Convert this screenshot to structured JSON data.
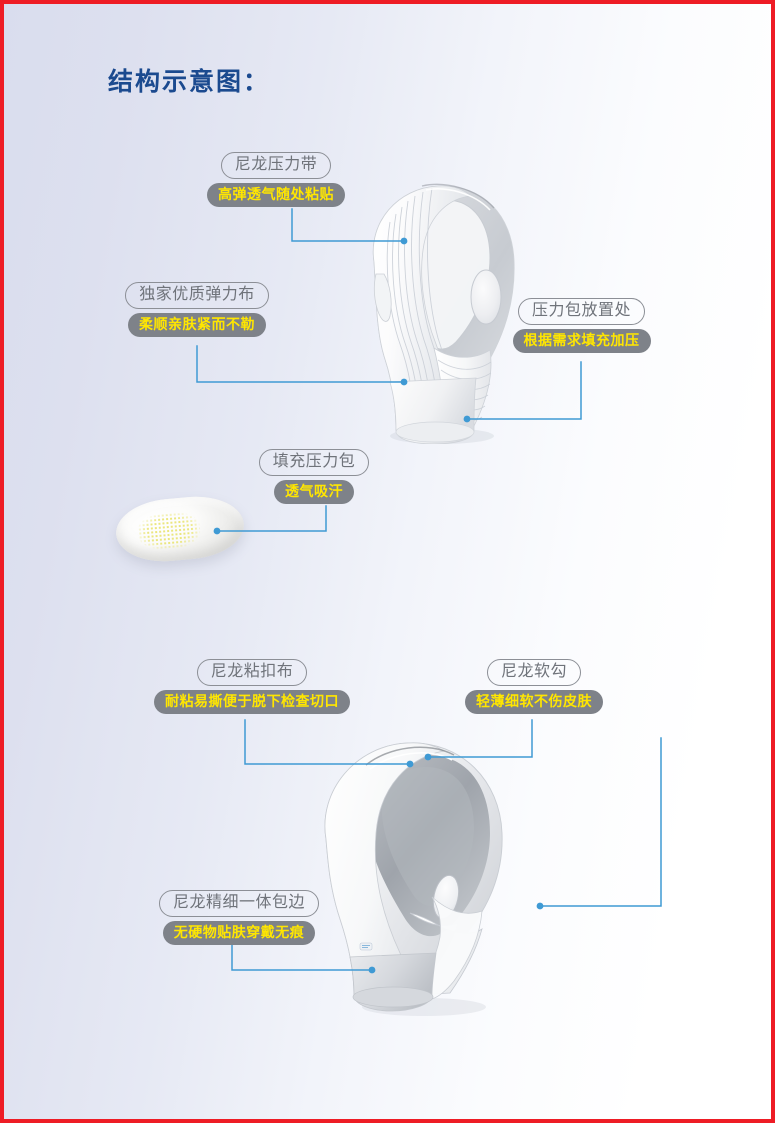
{
  "page": {
    "title": "结构示意图：",
    "title_color": "#1b4a8f",
    "border_color": "#ee1c25",
    "background": "light blue-lavender to white horizontal gradient",
    "leader_line_color": "#3f9ad4",
    "pill_outline_color": "#8c8f96",
    "pill_solid_bg": "#7e8289",
    "pill_solid_text_color": "#ffe600"
  },
  "callouts": [
    {
      "id": "nylon-pressure-strap",
      "title": "尼龙压力带",
      "subtitle": "高弹透气随处粘贴"
    },
    {
      "id": "exclusive-elastic-fabric",
      "title": "独家优质弹力布",
      "subtitle": "柔顺亲肤紧而不勒"
    },
    {
      "id": "pressure-pack-placement",
      "title": "压力包放置处",
      "subtitle": "根据需求填充加压"
    },
    {
      "id": "filling-pressure-pack",
      "title": "填充压力包",
      "subtitle": "透气吸汗"
    },
    {
      "id": "nylon-hook-loop-fabric",
      "title": "尼龙粘扣布",
      "subtitle": "耐粘易撕便于脱下检查切口"
    },
    {
      "id": "nylon-soft-hook",
      "title": "尼龙软勾",
      "subtitle": "轻薄细软不伤皮肤"
    },
    {
      "id": "nylon-fine-one-piece-binding",
      "title": "尼龙精细一体包边",
      "subtitle": "无硬物贴肤穿戴无痕"
    }
  ],
  "products": [
    {
      "id": "mask-front-view",
      "name": "压力面罩正面图"
    },
    {
      "id": "pressure-pad",
      "name": "填充压力包实物"
    },
    {
      "id": "mask-back-view",
      "name": "压力面罩背面图"
    }
  ]
}
